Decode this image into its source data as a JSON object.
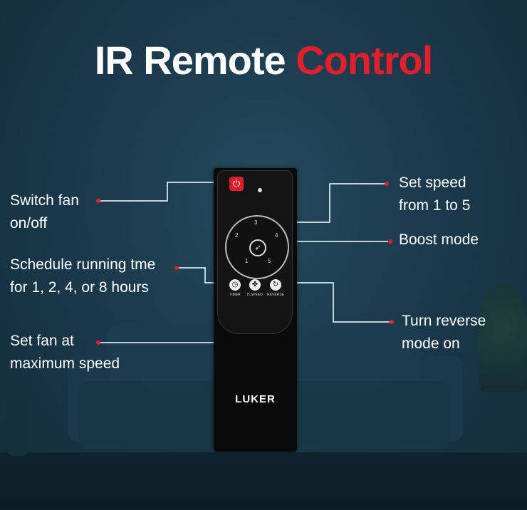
{
  "title": {
    "main": "IR Remote",
    "accent": "Control"
  },
  "remote": {
    "brand": "LUKER",
    "speeds": [
      "1",
      "2",
      "3",
      "4",
      "5"
    ],
    "buttons": {
      "timer": "TIMER",
      "max_speed": "H.SPEED",
      "reverse": "REVERSE"
    }
  },
  "callouts": {
    "power": [
      "Switch fan",
      "on/off"
    ],
    "timer": [
      "Schedule running tme",
      "for 1, 2, 4, or 8 hours"
    ],
    "max_speed": [
      "Set fan at",
      "maximum speed"
    ],
    "speed": [
      "Set speed",
      "from 1 to 5"
    ],
    "boost": [
      "Boost mode"
    ],
    "reverse": [
      "Turn reverse",
      "mode on"
    ]
  },
  "colors": {
    "accent": "#e31e2d",
    "line": "#ffffff"
  },
  "icons": {
    "power": "power-icon",
    "boost": "rocket-icon",
    "timer": "clock-icon",
    "max_speed": "fan-icon",
    "reverse": "refresh-icon"
  }
}
